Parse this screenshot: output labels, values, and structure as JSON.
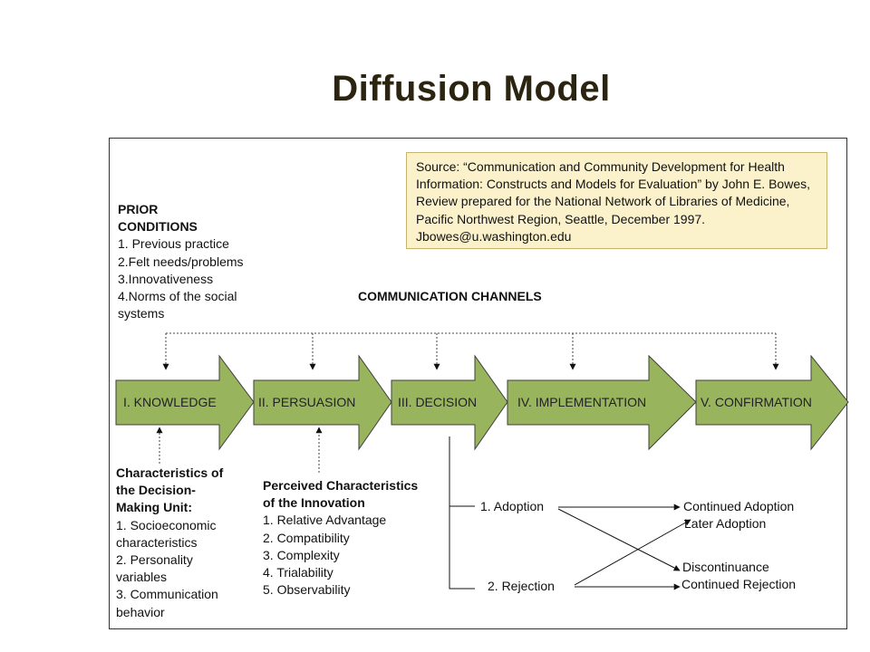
{
  "title": "Diffusion Model",
  "source_note": "Source: “Communication and Community Development for Health Information: Constructs and Models for Evaluation” by John E. Bowes, Review prepared for the National Network of Libraries of Medicine, Pacific Northwest Region, Seattle, December 1997.  Jbowes@u.washington.edu",
  "prior_conditions": {
    "heading_line1": "PRIOR",
    "heading_line2": "CONDITIONS",
    "items": [
      "1. Previous practice",
      "2.Felt needs/problems",
      "3.Innovativeness",
      "4.Norms of the social",
      "systems"
    ]
  },
  "communication_channels": "COMMUNICATION CHANNELS",
  "stages": [
    "I. KNOWLEDGE",
    "II. PERSUASION",
    "III. DECISION",
    "IV. IMPLEMENTATION",
    "V. CONFIRMATION"
  ],
  "decision_unit": {
    "heading": [
      "Characteristics of",
      "the Decision-",
      "Making Unit:"
    ],
    "items": [
      "1. Socioeconomic",
      "characteristics",
      "2. Personality",
      "variables",
      "3. Communication",
      "behavior"
    ]
  },
  "innovation": {
    "heading": [
      "Perceived Characteristics",
      "of the Innovation"
    ],
    "items": [
      "1. Relative Advantage",
      "2. Compatibility",
      "3. Complexity",
      "4. Trialability",
      "5. Observability"
    ]
  },
  "decision_outcomes": {
    "adoption": "1. Adoption",
    "rejection": "2. Rejection"
  },
  "confirmation_outcomes": {
    "continued_adoption": "Continued Adoption",
    "later_adoption": "Later Adoption",
    "discontinuance": "Discontinuance",
    "continued_rejection": "Continued Rejection"
  },
  "colors": {
    "arrow_fill": "#98b55d",
    "arrow_stroke": "#3f3f3f",
    "source_fill": "#fbf2cb",
    "title": "#2b2410"
  }
}
